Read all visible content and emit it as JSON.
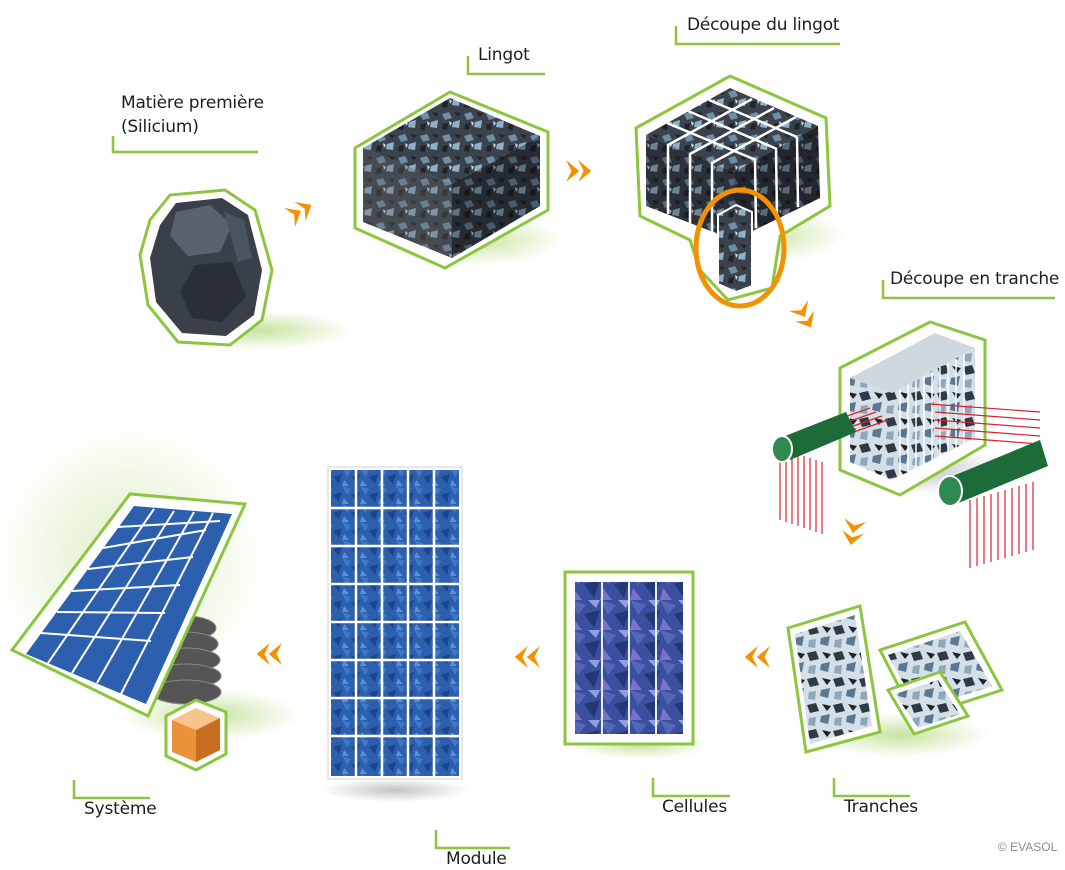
{
  "labels": {
    "matiere_line1": "Matière première",
    "matiere_line2": "(Silicium)",
    "lingot": "Lingot",
    "decoupe_lingot": "Découpe du lingot",
    "decoupe_tranche": "Découpe en tranche",
    "tranches": "Tranches",
    "cellules": "Cellules",
    "module": "Module",
    "systeme": "Système"
  },
  "copyright": "© EVASOL",
  "colors": {
    "outline_green": "#8cc63f",
    "arrow_orange": "#f39200",
    "silicon_dark": "#3a4049",
    "cell_blue": "#1f4e9a",
    "wire_red": "#d8232a",
    "roller_green": "#1e6b3a"
  },
  "icons": [
    "silicon-rock-icon",
    "ingot-block-icon",
    "cut-ingot-icon",
    "wire-saw-icon",
    "wafers-icon",
    "cell-icon",
    "module-icon",
    "system-icon"
  ]
}
